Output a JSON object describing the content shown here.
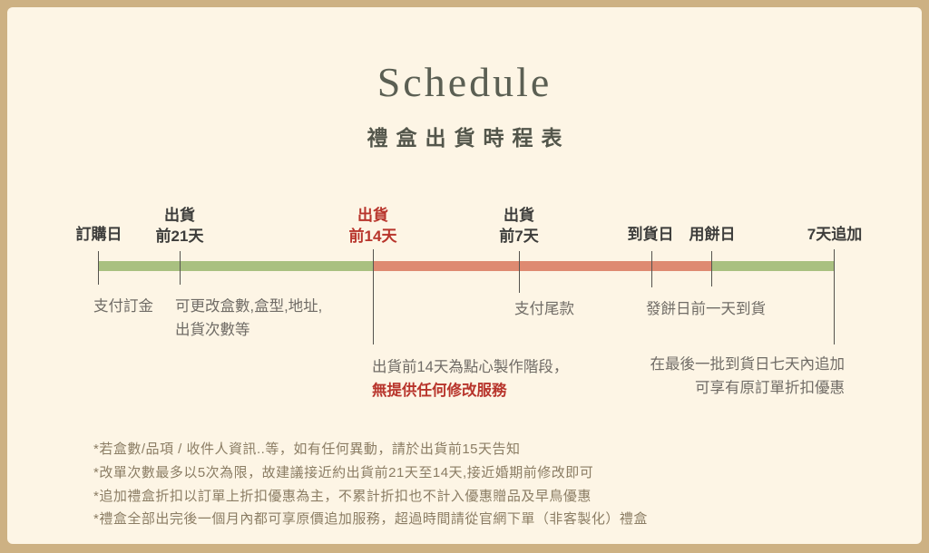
{
  "header": {
    "title": "Schedule",
    "subtitle": "禮盒出貨時程表"
  },
  "timeline": {
    "milestones": [
      {
        "label": "訂購日"
      },
      {
        "label": "出貨",
        "label2": "前21天"
      },
      {
        "label": "出貨",
        "label2": "前14天"
      },
      {
        "label": "出貨",
        "label2": "前7天"
      },
      {
        "label": "到貨日"
      },
      {
        "label": "用餅日"
      },
      {
        "label": "7天追加"
      }
    ],
    "annotations": {
      "deposit": "支付訂金",
      "modify_line1": "可更改盒數,盒型,地址,",
      "modify_line2": "出貨次數等",
      "balance": "支付尾款",
      "delivery": "發餅日前一天到貨",
      "production_line1": "出貨前14天為點心製作階段，",
      "production_line2": "無提供任何修改服務",
      "addon_line1": "在最後一批到貨日七天內追加",
      "addon_line2": "可享有原訂單折扣優惠"
    }
  },
  "footnotes": [
    "*若盒數/品項 / 收件人資訊..等，如有任何異動，請於出貨前15天告知",
    "*改單次數最多以5次為限，故建議接近約出貨前21天至14天,接近婚期前修改即可",
    "*追加禮盒折扣以訂單上折扣優惠為主，不累計折扣也不計入優惠贈品及早鳥優惠",
    "*禮盒全部出完後一個月內都可享原價追加服務，超過時間請從官網下單（非客製化）禮盒"
  ],
  "colors": {
    "frame_border": "#cdb183",
    "card_background": "#fdf5e5",
    "title_text": "#5b5f53",
    "milestone_text": "#3d3d3b",
    "highlight_red_text": "#b8352c",
    "bar_green": "#a9c080",
    "bar_red": "#de8a71",
    "annotation_gray": "#706c66",
    "footnote_brown": "#8b7d64"
  }
}
